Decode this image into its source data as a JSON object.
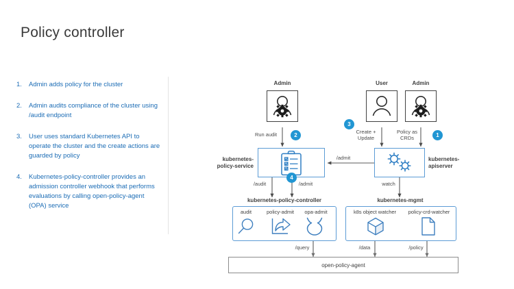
{
  "page": {
    "title": "Policy controller"
  },
  "steps": [
    {
      "num": "1.",
      "text": "Admin adds policy for the cluster"
    },
    {
      "num": "2.",
      "text": "Admin audits compliance of the cluster using /audit endpoint"
    },
    {
      "num": "3.",
      "text": "User uses standard Kubernetes API to operate the cluster and the create actions are guarded by policy"
    },
    {
      "num": "4.",
      "text": "Kubernetes-policy-controller provides an admission controller webhook that performs evaluations by calling open-policy-agent (OPA) service"
    }
  ],
  "diagram": {
    "actors": [
      {
        "name": "admin-left",
        "label": "Admin",
        "icon": "person-gear-icon"
      },
      {
        "name": "user",
        "label": "User",
        "icon": "person-icon"
      },
      {
        "name": "admin-right",
        "label": "Admin",
        "icon": "person-gear-icon"
      }
    ],
    "badges": [
      {
        "name": "badge-1",
        "value": "1"
      },
      {
        "name": "badge-2",
        "value": "2"
      },
      {
        "name": "badge-3",
        "value": "3"
      },
      {
        "name": "badge-4",
        "value": "4"
      }
    ],
    "nodes": [
      {
        "name": "kubernetes-policy-service",
        "label": "kubernetes-\npolicy-service",
        "icon": "clipboard-check-icon"
      },
      {
        "name": "kubernetes-apiserver",
        "label": "kubernetes-\napiserver",
        "icon": "gears-icon"
      }
    ],
    "groups": [
      {
        "name": "kubernetes-policy-controller",
        "title": "kubernetes-policy-controller",
        "items": [
          {
            "label": "audit",
            "icon": "magnifier-icon"
          },
          {
            "label": "policy-admit",
            "icon": "share-arrow-icon"
          },
          {
            "label": "opa-admit",
            "icon": "opa-logo-icon"
          }
        ]
      },
      {
        "name": "kubernetes-mgmt",
        "title": "kubernetes-mgmt",
        "items": [
          {
            "label": "k8s object watcher",
            "icon": "cube-icon"
          },
          {
            "label": "policy-crd-watcher",
            "icon": "document-icon"
          }
        ]
      }
    ],
    "bottom_bar": {
      "name": "open-policy-agent",
      "label": "open-policy-agent"
    },
    "edge_labels": [
      {
        "name": "edge-run-audit",
        "text": "Run audit"
      },
      {
        "name": "edge-create-update",
        "text": "Create +\nUpdate"
      },
      {
        "name": "edge-policy-as-crds",
        "text": "Policy as\nCRDs"
      },
      {
        "name": "edge-admit",
        "text": "/admit"
      },
      {
        "name": "edge-audit",
        "text": "/audit"
      },
      {
        "name": "edge-admit-2",
        "text": "/admit"
      },
      {
        "name": "edge-watch",
        "text": "watch"
      },
      {
        "name": "edge-query",
        "text": "/query"
      },
      {
        "name": "edge-data",
        "text": "/data"
      },
      {
        "name": "edge-policy",
        "text": "/policy"
      }
    ]
  },
  "colors": {
    "accent_blue": "#1b6cb5",
    "badge_blue": "#2196d3",
    "box_blue": "#5b9bd5",
    "text_dark": "#3f3f3f",
    "bar_gray": "#8c8c8c"
  }
}
